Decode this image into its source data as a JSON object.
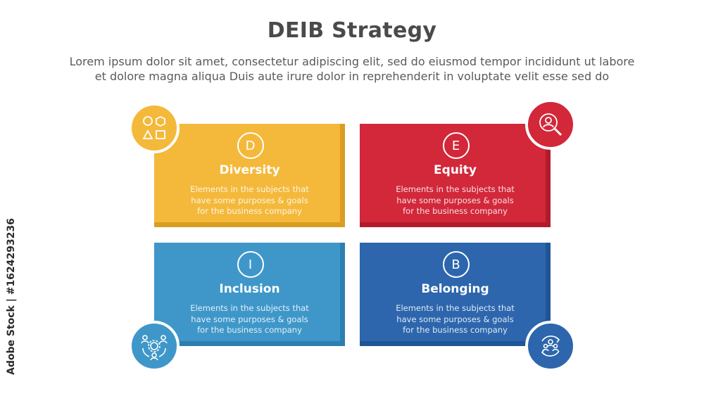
{
  "title": "DEIB Strategy",
  "subtitle_line1": "Lorem ipsum dolor sit amet, consectetur adipiscing elit, sed do eiusmod tempor incididunt ut labore",
  "subtitle_line2": "et dolore magna aliqua Duis aute irure dolor in reprehenderit in voluptate velit esse sed do",
  "cards": [
    {
      "letter": "D",
      "title": "Diversity",
      "description": "Elements in the subjects that\nhave  some purposes & goals\nfor the  business company",
      "color": "#f4b93b",
      "shade": "#d99d22",
      "icon": "shapes-icon"
    },
    {
      "letter": "E",
      "title": "Equity",
      "description": "Elements in the subjects that\nhave  some purposes & goals\nfor the  business company",
      "color": "#d2283a",
      "shade": "#b21b2c",
      "icon": "user-search-icon"
    },
    {
      "letter": "I",
      "title": "Inclusion",
      "description": "Elements in the subjects that\nhave  some purposes & goals\nfor the  business company",
      "color": "#3f97c9",
      "shade": "#2c7fb0",
      "icon": "people-gear-icon"
    },
    {
      "letter": "B",
      "title": "Belonging",
      "description": "Elements in the subjects that\nhave  some purposes & goals\nfor the  business company",
      "color": "#2d66ad",
      "shade": "#1f5596",
      "icon": "group-cycle-icon"
    }
  ],
  "credit": "Adobe Stock | #1624293236"
}
